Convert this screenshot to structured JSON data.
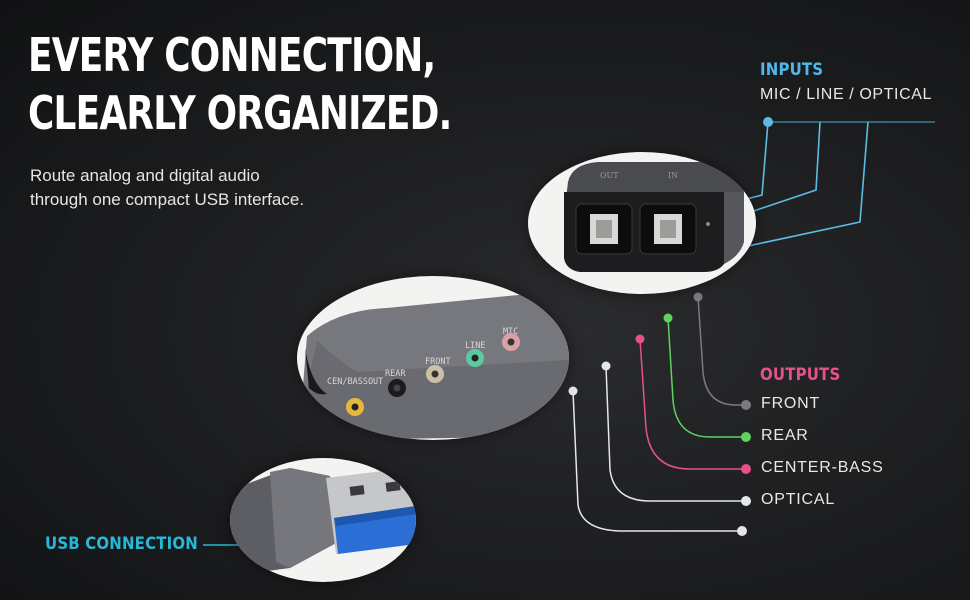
{
  "headline": {
    "line1": "EVERY CONNECTION,",
    "line2": "CLEARLY ORGANIZED."
  },
  "subtitle": {
    "line1": "Route analog and digital audio",
    "line2": "through one compact USB interface."
  },
  "inputs": {
    "title": "INPUTS",
    "subtitle": "MIC / LINE / OPTICAL"
  },
  "outputs": {
    "title": "OUTPUTS",
    "items": [
      "FRONT",
      "REAR",
      "CENTER-BASS",
      "OPTICAL"
    ]
  },
  "usb": {
    "title": "USB CONNECTION"
  },
  "device_ports": {
    "labels": [
      "CEN/BASSOUT",
      "REAR",
      "FRONT",
      "LINE",
      "MIC"
    ]
  },
  "optical_ports": {
    "labels": [
      "OUT",
      "IN"
    ]
  },
  "colors": {
    "inputs_accent": "#4fb8e8",
    "outputs_accent": "#e8508a",
    "usb_accent": "#27b8d8",
    "front_line": "#7a7a82",
    "rear_line": "#5fd35f",
    "center_bass_line": "#e8508a",
    "optical_line": "#e8eaee"
  }
}
